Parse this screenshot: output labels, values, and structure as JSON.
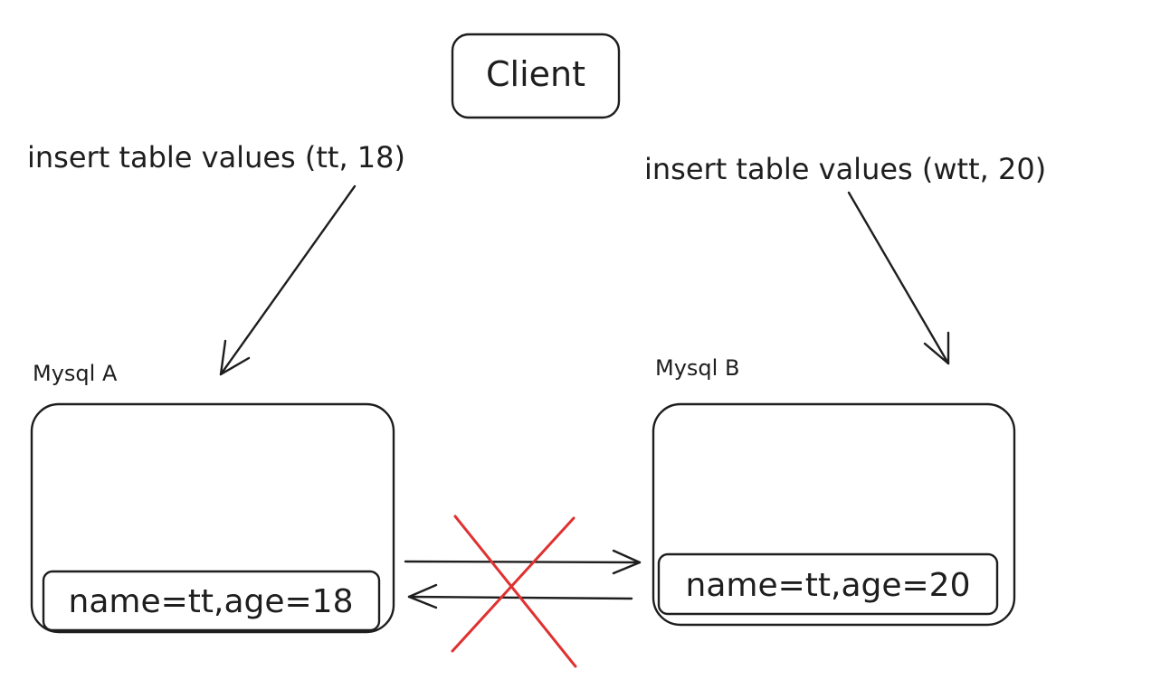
{
  "client": {
    "label": "Client"
  },
  "insert_left": {
    "text": "insert table values (tt, 18)"
  },
  "insert_right": {
    "text": "insert table values (wtt, 20)"
  },
  "mysql_a": {
    "label": "Mysql A",
    "row": "name=tt,age=18"
  },
  "mysql_b": {
    "label": "Mysql B",
    "row": "name=tt,age=20"
  },
  "colors": {
    "stroke": "#1e1e1e",
    "cross": "#e03131",
    "background": "#ffffff"
  }
}
